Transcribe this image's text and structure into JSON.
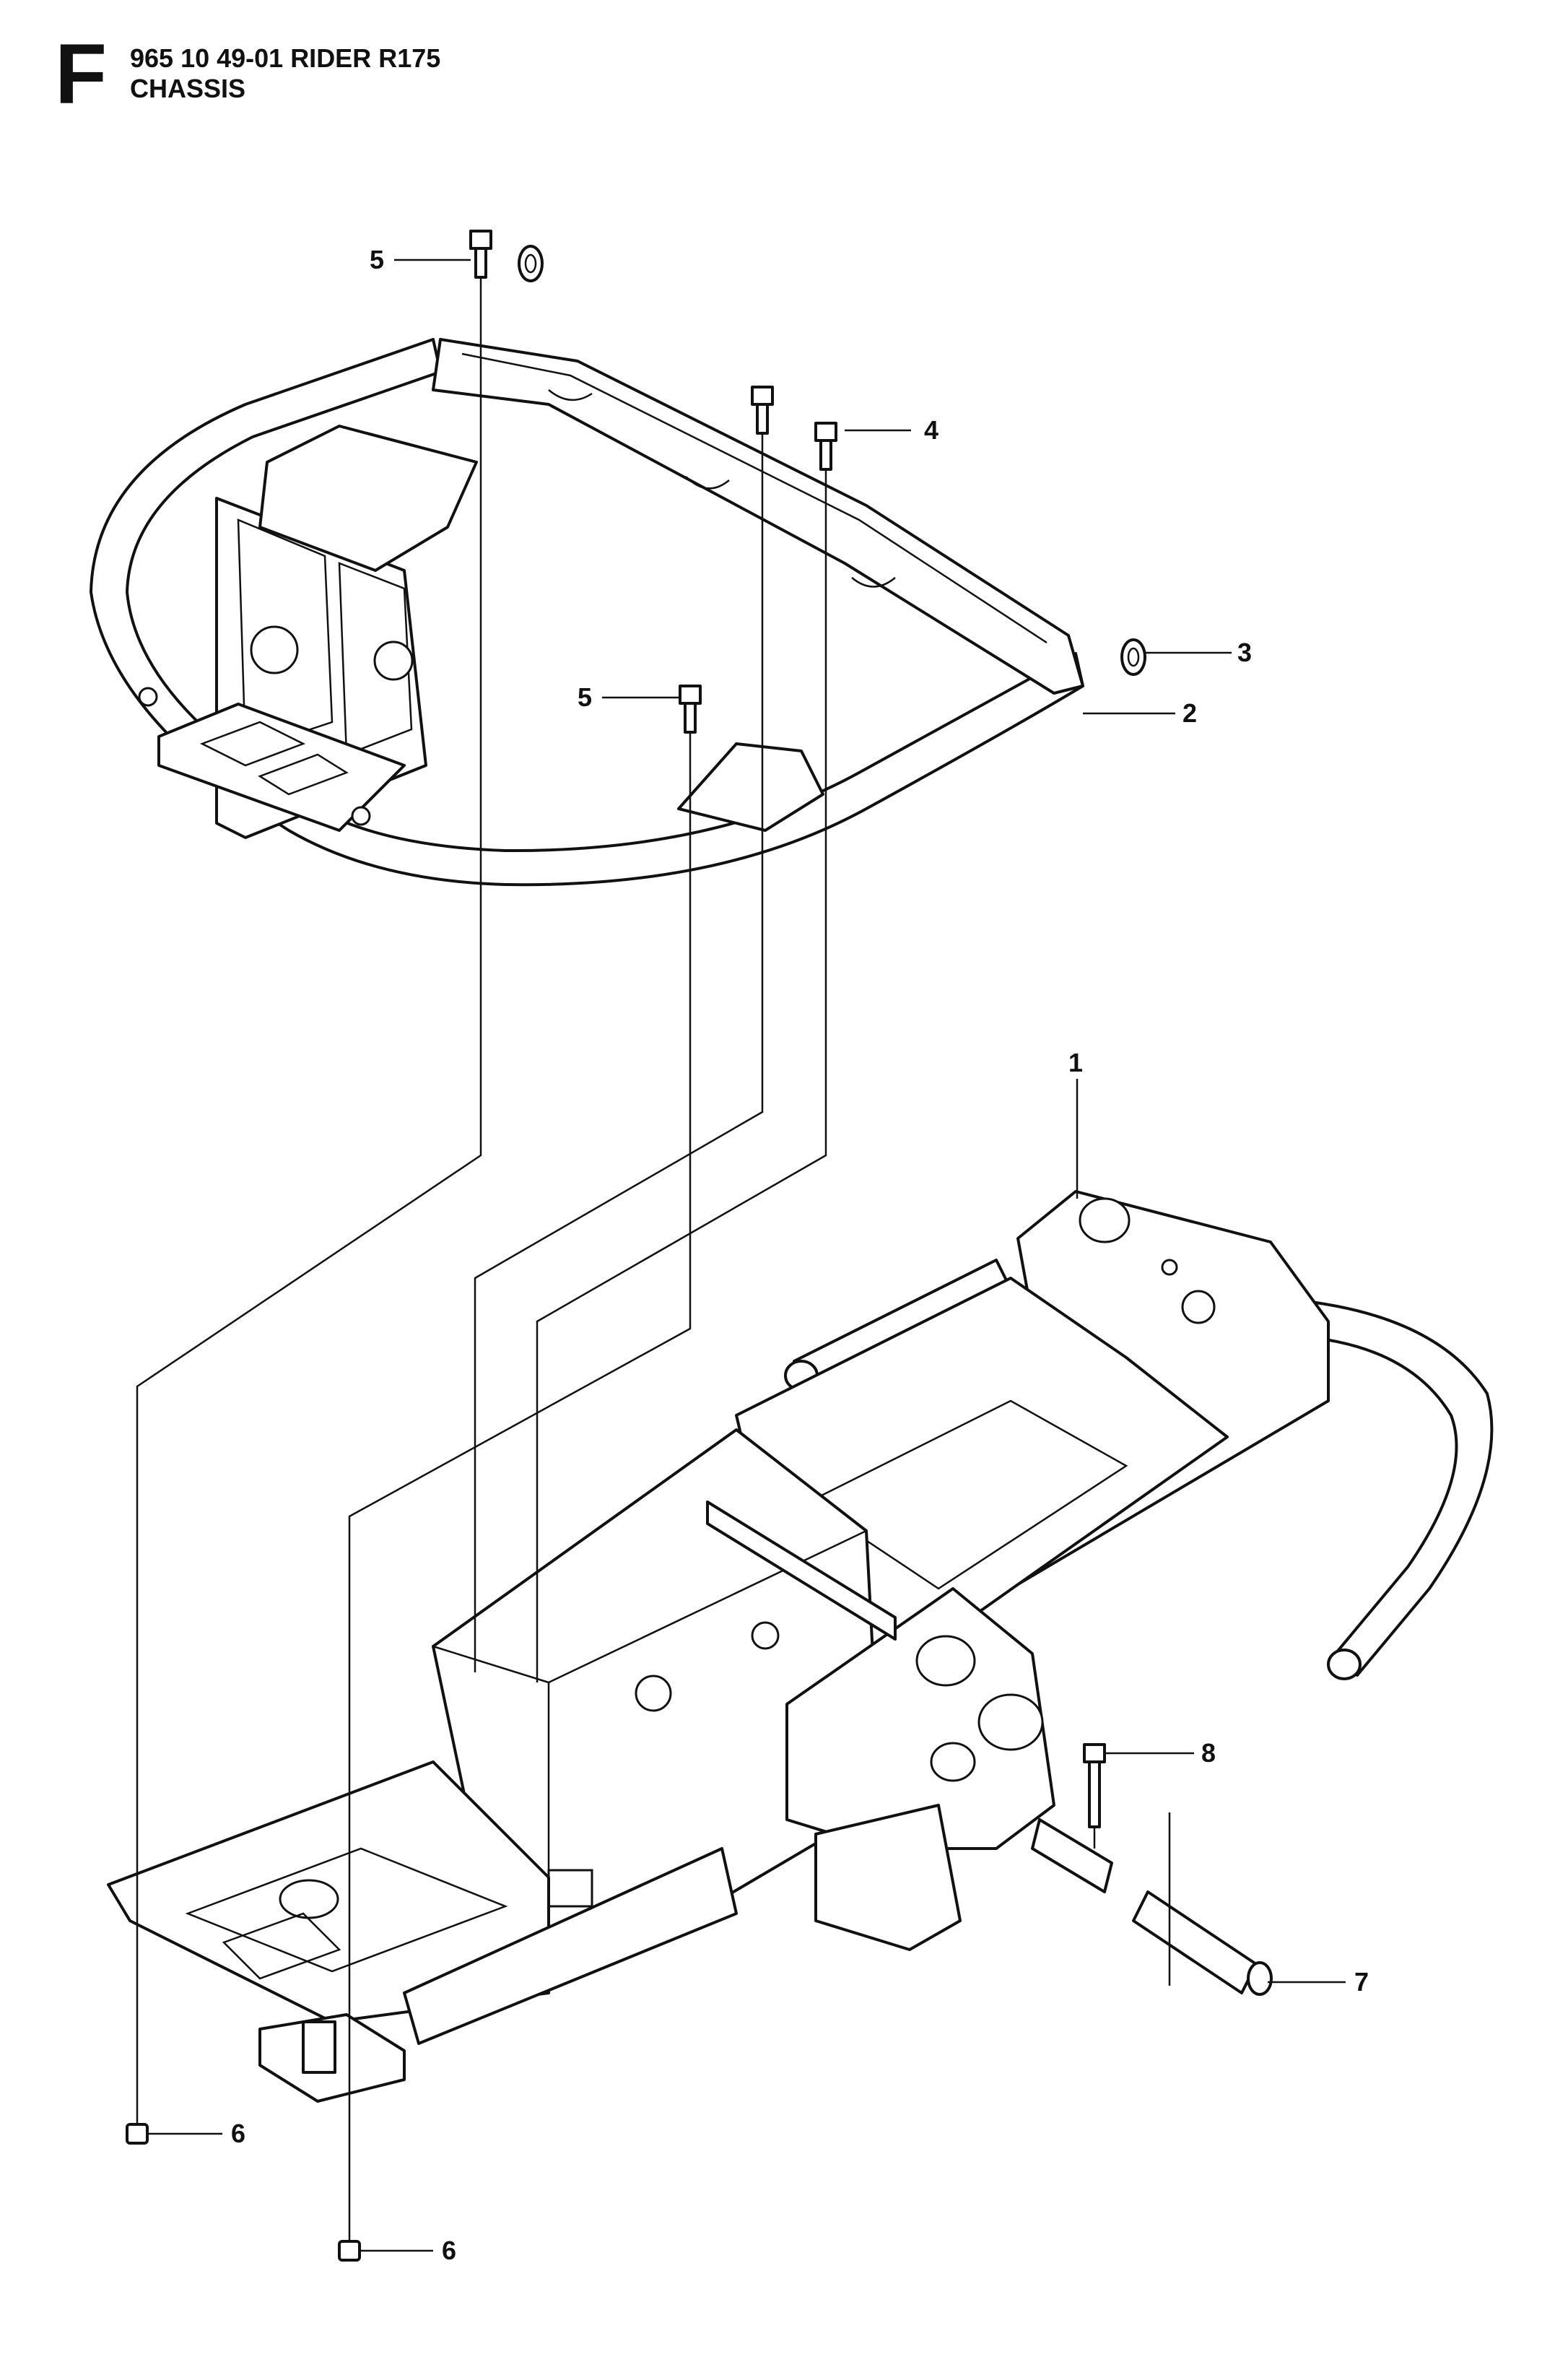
{
  "header": {
    "section_letter": "F",
    "model_line": "965 10 49-01 RIDER R175",
    "section_title": "CHASSIS"
  },
  "callouts": [
    {
      "id": "c5a",
      "number": "5"
    },
    {
      "id": "c4",
      "number": "4"
    },
    {
      "id": "c3",
      "number": "3"
    },
    {
      "id": "c2",
      "number": "2"
    },
    {
      "id": "c5b",
      "number": "5"
    },
    {
      "id": "c1",
      "number": "1"
    },
    {
      "id": "c8",
      "number": "8"
    },
    {
      "id": "c7",
      "number": "7"
    },
    {
      "id": "c6a",
      "number": "6"
    },
    {
      "id": "c6b",
      "number": "6"
    }
  ]
}
